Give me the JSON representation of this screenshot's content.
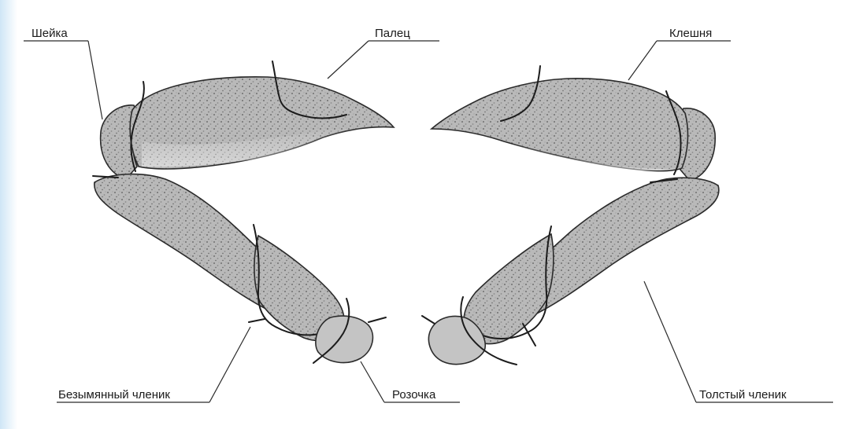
{
  "labels": {
    "neck": "Шейка",
    "finger": "Палец",
    "claw": "Клешня",
    "nameless_segment": "Безымянный членик",
    "rose": "Розочка",
    "thick_segment": "Толстый членик"
  },
  "colors": {
    "segment_fill": "#bdbdbd",
    "segment_dark": "#7a7a7a",
    "background": "#ffffff",
    "left_edge": "#cfe6f6"
  }
}
